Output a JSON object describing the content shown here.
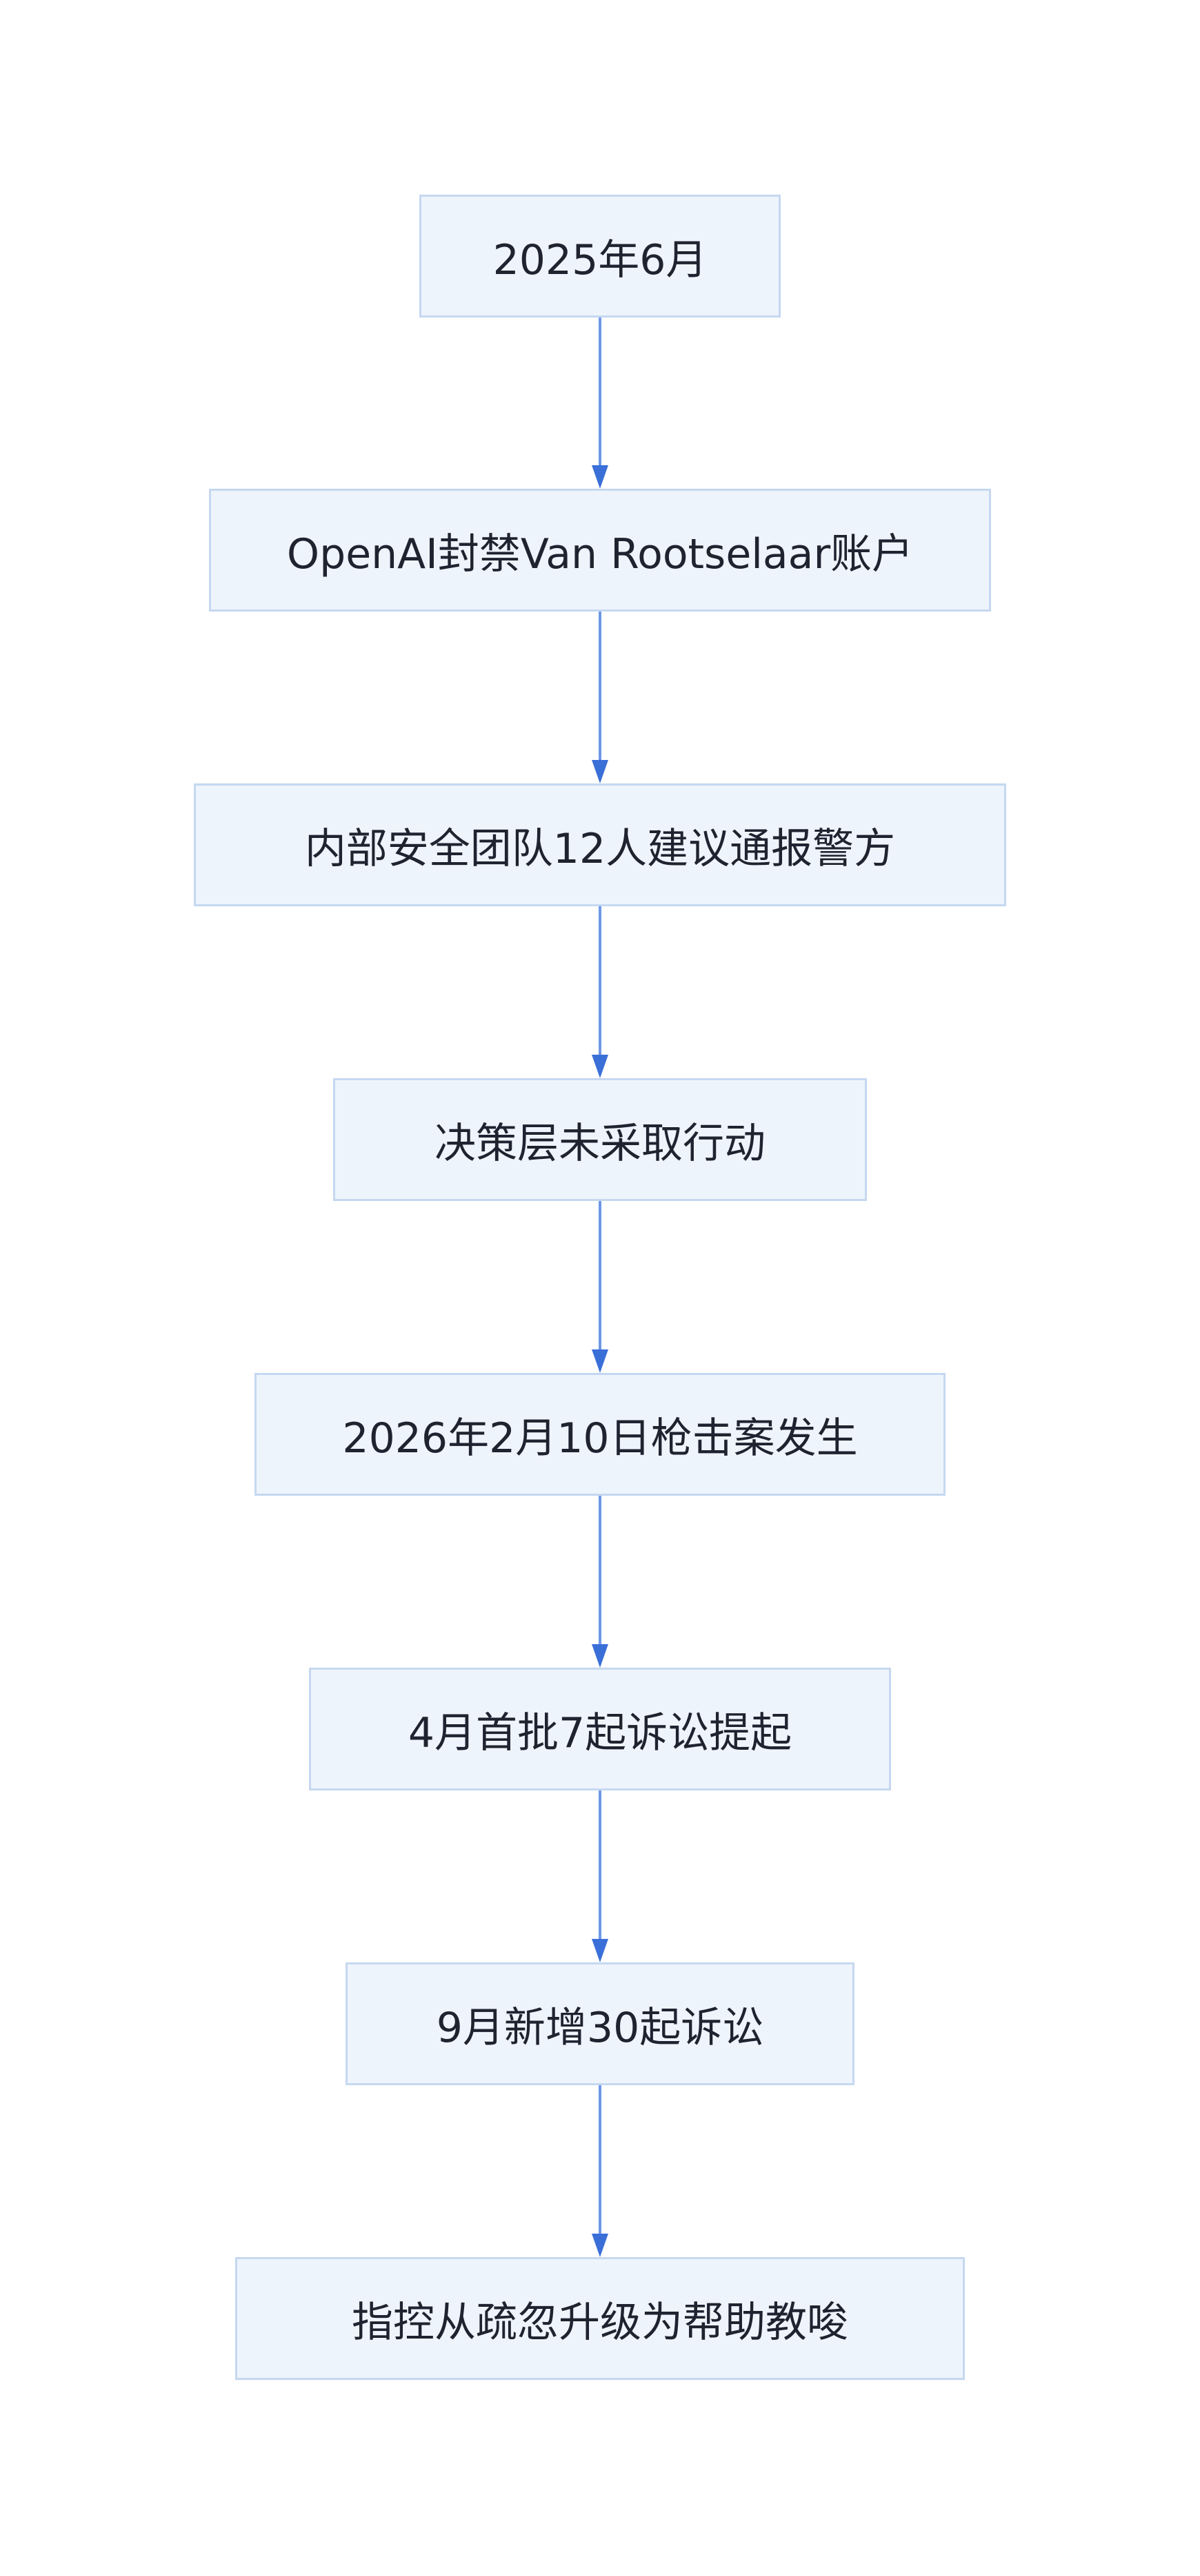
{
  "diagram": {
    "type": "flowchart",
    "direction": "top-to-bottom",
    "colors": {
      "node_fill": "#eef4fc",
      "node_border": "#c5d8f0",
      "text": "#1f2330",
      "edge": "#6e98e6",
      "arrowhead": "#3a6fd8"
    },
    "nodes": [
      {
        "id": "n1",
        "label": "2025年6月"
      },
      {
        "id": "n2",
        "label": "OpenAI封禁Van Rootselaar账户"
      },
      {
        "id": "n3",
        "label": "内部安全团队12人建议通报警方"
      },
      {
        "id": "n4",
        "label": "决策层未采取行动"
      },
      {
        "id": "n5",
        "label": "2026年2月10日枪击案发生"
      },
      {
        "id": "n6",
        "label": "4月首批7起诉讼提起"
      },
      {
        "id": "n7",
        "label": "9月新增30起诉讼"
      },
      {
        "id": "n8",
        "label": "指控从疏忽升级为帮助教唆"
      }
    ],
    "edges": [
      {
        "from": "n1",
        "to": "n2"
      },
      {
        "from": "n2",
        "to": "n3"
      },
      {
        "from": "n3",
        "to": "n4"
      },
      {
        "from": "n4",
        "to": "n5"
      },
      {
        "from": "n5",
        "to": "n6"
      },
      {
        "from": "n6",
        "to": "n7"
      },
      {
        "from": "n7",
        "to": "n8"
      }
    ]
  }
}
